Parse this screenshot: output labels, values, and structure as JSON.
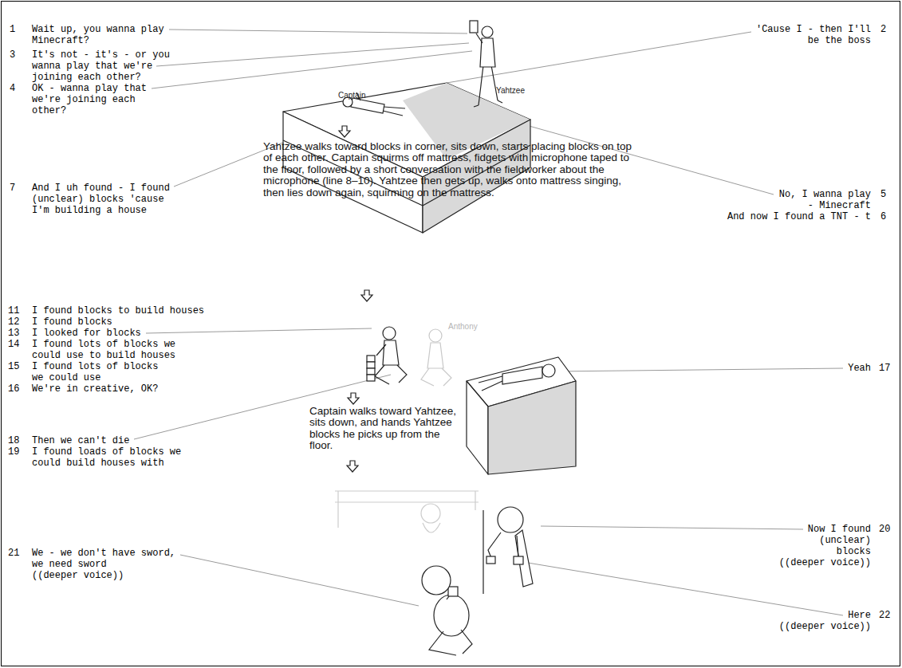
{
  "diagram": {
    "labels": [
      "1",
      "Wait up, you wanna play Minecraft?",
      "Captain",
      "Yahtzee",
      "'Cause I - then I'll be the boss",
      "2",
      "3",
      "It's not - it's - or you wanna play that we're joining each other?",
      "4",
      "OK - wanna play that we're joining each other?",
      "No, I wanna play - Minecraft",
      "5",
      "And now I found a TNT - t",
      "6",
      "7",
      "And I uh found - I found (unclear) blocks 'cause I'm building a house",
      "Yahtzee walks toward blocks in corner, sits down, starts placing blocks on top of each other. Captain squirms off mattress, fidgets with microphone taped to the floor, followed by a short conversation with the fieldworker about the microphone (line 8–10). Yahtzee then gets up, walks onto mattress singing, then lies down again, squirming on the mattress.",
      "11",
      "I found blocks to build houses",
      "12",
      "I found blocks",
      "13",
      "I looked for blocks",
      "Anthony",
      "14",
      "I found lots of blocks we could use to build houses",
      "15",
      "I found lots of blocks we could use",
      "Yeah",
      "17",
      "16",
      "We're in creative, OK?",
      "Captain walks toward Yahtzee, sits down, and hands Yahtzee blocks he picks up from the floor.",
      "18",
      "Then we can't die",
      "19",
      "I found loads of blocks we could build houses with",
      "Now I found (unclear) blocks",
      "20",
      "((deeper voice))",
      "21",
      "We - we don't have sword, we need sword",
      "((deeper voice))",
      "Here",
      "22",
      "((deeper voice))"
    ]
  }
}
